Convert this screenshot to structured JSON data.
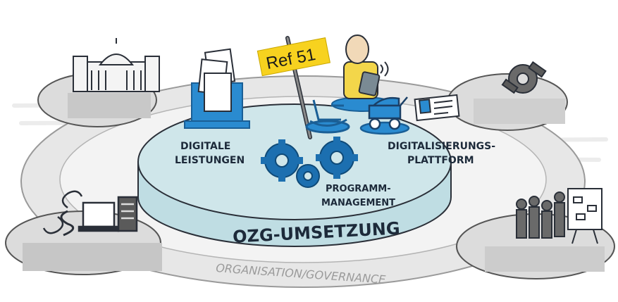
{
  "labels": {
    "digitale_line1": "DIGITALE",
    "digitale_line2": "LEISTUNGEN",
    "platform_line1": "DIGITALISIERUNGS-",
    "platform_line2": "PLATTFORM",
    "programm_line1": "PROGRAMM-",
    "programm_line2": "MANAGEMENT",
    "umsetzung": "OZG-UMSETZUNG",
    "ring": "ORGANISATION/GOVERNANCE"
  },
  "sign": {
    "text": "Ref 51"
  },
  "colors": {
    "disc_top": "#cfe6ea",
    "disc_side": "#bfdde3",
    "ring": "#e4e4e4",
    "satellite": "#dcdcdc",
    "gear": "#1c6fb0",
    "sign": "#f7d21f",
    "outline": "#2a2f38"
  }
}
